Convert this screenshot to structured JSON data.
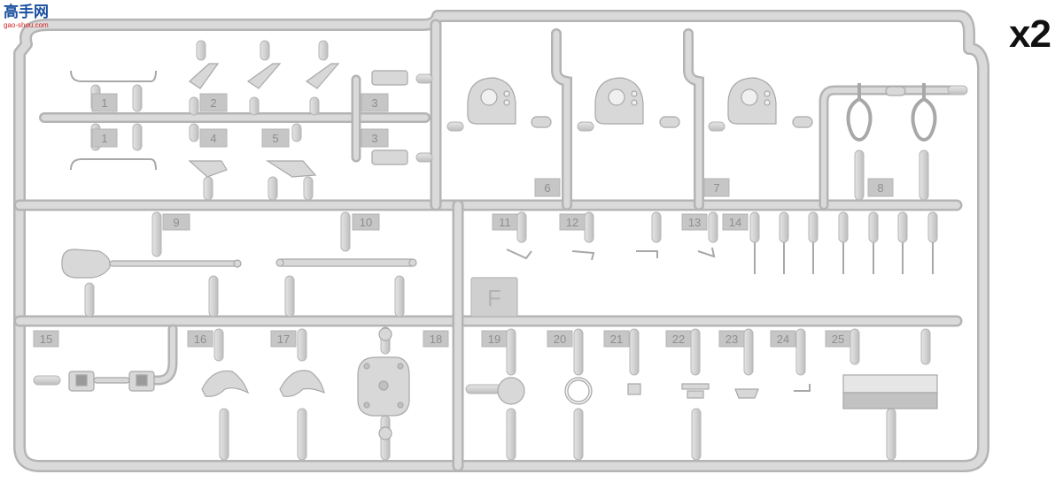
{
  "logo": {
    "chinese": "高手网",
    "url": "gao-shou.com"
  },
  "multiplier": "x2",
  "sprue_letter": "F",
  "colors": {
    "plastic": "#d6d6d6",
    "plastic_edge": "#b2b2b2",
    "tag": "#c2c2c2",
    "text": "#8e8e8e",
    "multiplier": "#111111"
  },
  "part_numbers": [
    "1",
    "1",
    "2",
    "3",
    "3",
    "4",
    "5",
    "6",
    "7",
    "8",
    "9",
    "10",
    "11",
    "12",
    "13",
    "14",
    "15",
    "16",
    "17",
    "18",
    "19",
    "20",
    "21",
    "22",
    "23",
    "24",
    "25"
  ]
}
